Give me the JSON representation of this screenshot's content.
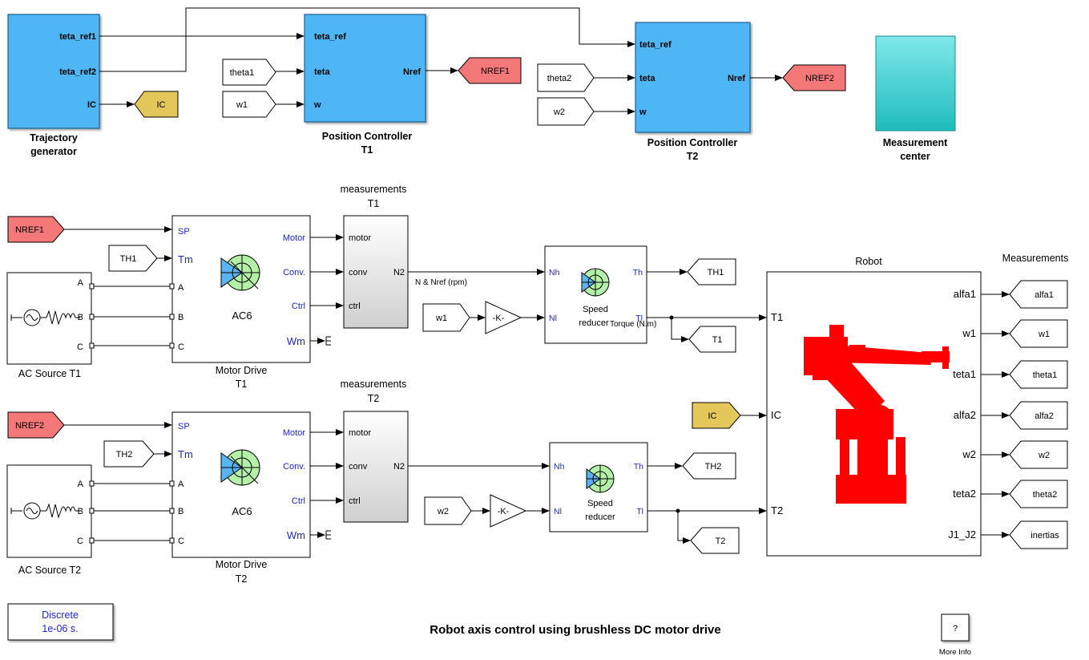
{
  "title": "Robot axis control using brushless DC motor drive",
  "colors": {
    "blue_block": "#4fb6f5",
    "red_tag": "#f57878",
    "yellow_tag": "#e4c75a",
    "cyan_block": "#38d6d8",
    "robot_red": "#ff0000",
    "port_blue": "#1b27c8",
    "drive_icon_green": "#b4f0a8",
    "drive_icon_blue": "#5bb4f2"
  },
  "trajectory": {
    "ports": [
      "teta_ref1",
      "teta_ref2",
      "IC"
    ],
    "label_line1": "Trajectory",
    "label_line2": "generator",
    "ic_tag": "IC"
  },
  "pc1": {
    "inputs": [
      "teta_ref",
      "teta",
      "w"
    ],
    "output": "Nref",
    "label_line1": "Position Controller",
    "label_line2": "T1",
    "in_tags": [
      "theta1",
      "w1"
    ],
    "out_tag": "NREF1"
  },
  "pc2": {
    "inputs": [
      "teta_ref",
      "teta",
      "w"
    ],
    "output": "Nref",
    "label_line1": "Position Controller",
    "label_line2": "T2",
    "in_tags": [
      "theta2",
      "w2"
    ],
    "out_tag": "NREF2"
  },
  "measurement_center": {
    "label_line1": "Measurement",
    "label_line2": "center"
  },
  "axis1": {
    "nref_tag": "NREF1",
    "th_tag": "TH1",
    "source_label": "AC Source T1",
    "source_ports": [
      "A",
      "B",
      "C"
    ],
    "drive_inputs": [
      "SP",
      "Tm",
      "A",
      "B",
      "C"
    ],
    "drive_outputs": [
      "Motor",
      "Conv.",
      "Ctrl",
      "Wm"
    ],
    "drive_name": "AC6",
    "drive_label_line1": "Motor Drive",
    "drive_label_line2": "T1",
    "meas_title_line1": "measurements",
    "meas_title_line2": "T1",
    "meas_inputs": [
      "motor",
      "conv",
      "ctrl"
    ],
    "meas_output": "N2",
    "signal_label": "N & Nref (rpm)",
    "w_tag": "w1",
    "gain": "-K-",
    "reducer_inputs": [
      "Nh",
      "Nl"
    ],
    "reducer_outputs": [
      "Th",
      "Tl"
    ],
    "reducer_label_line1": "Speed",
    "reducer_label_line2": "reducer",
    "torque_label": "Torque (N.m)",
    "th_out_tag": "TH1",
    "t_out_tag": "T1"
  },
  "axis2": {
    "nref_tag": "NREF2",
    "th_tag": "TH2",
    "source_label": "AC Source T2",
    "source_ports": [
      "A",
      "B",
      "C"
    ],
    "drive_inputs": [
      "SP",
      "Tm",
      "A",
      "B",
      "C"
    ],
    "drive_outputs": [
      "Motor",
      "Conv.",
      "Ctrl",
      "Wm"
    ],
    "drive_name": "AC6",
    "drive_label_line1": "Motor Drive",
    "drive_label_line2": "T2",
    "meas_title_line1": "measurements",
    "meas_title_line2": "T2",
    "meas_inputs": [
      "motor",
      "conv",
      "ctrl"
    ],
    "meas_output": "N2",
    "w_tag": "w2",
    "gain": "-K-",
    "reducer_inputs": [
      "Nh",
      "Nl"
    ],
    "reducer_outputs": [
      "Th",
      "Tl"
    ],
    "reducer_label_line1": "Speed",
    "reducer_label_line2": "reducer",
    "th_out_tag": "TH2",
    "t_out_tag": "T2"
  },
  "robot": {
    "title": "Robot",
    "inputs": [
      "T1",
      "IC",
      "T2"
    ],
    "ic_tag": "IC",
    "outputs": [
      "alfa1",
      "w1",
      "teta1",
      "alfa2",
      "w2",
      "teta2",
      "J1_J2"
    ]
  },
  "measurements": {
    "title": "Measurements",
    "tags": [
      "alfa1",
      "w1",
      "theta1",
      "alfa2",
      "w2",
      "theta2",
      "inertias"
    ]
  },
  "powergui": {
    "line1": "Discrete",
    "line2": "1e-06 s."
  },
  "more_info": {
    "glyph": "?",
    "label": "More Info"
  }
}
